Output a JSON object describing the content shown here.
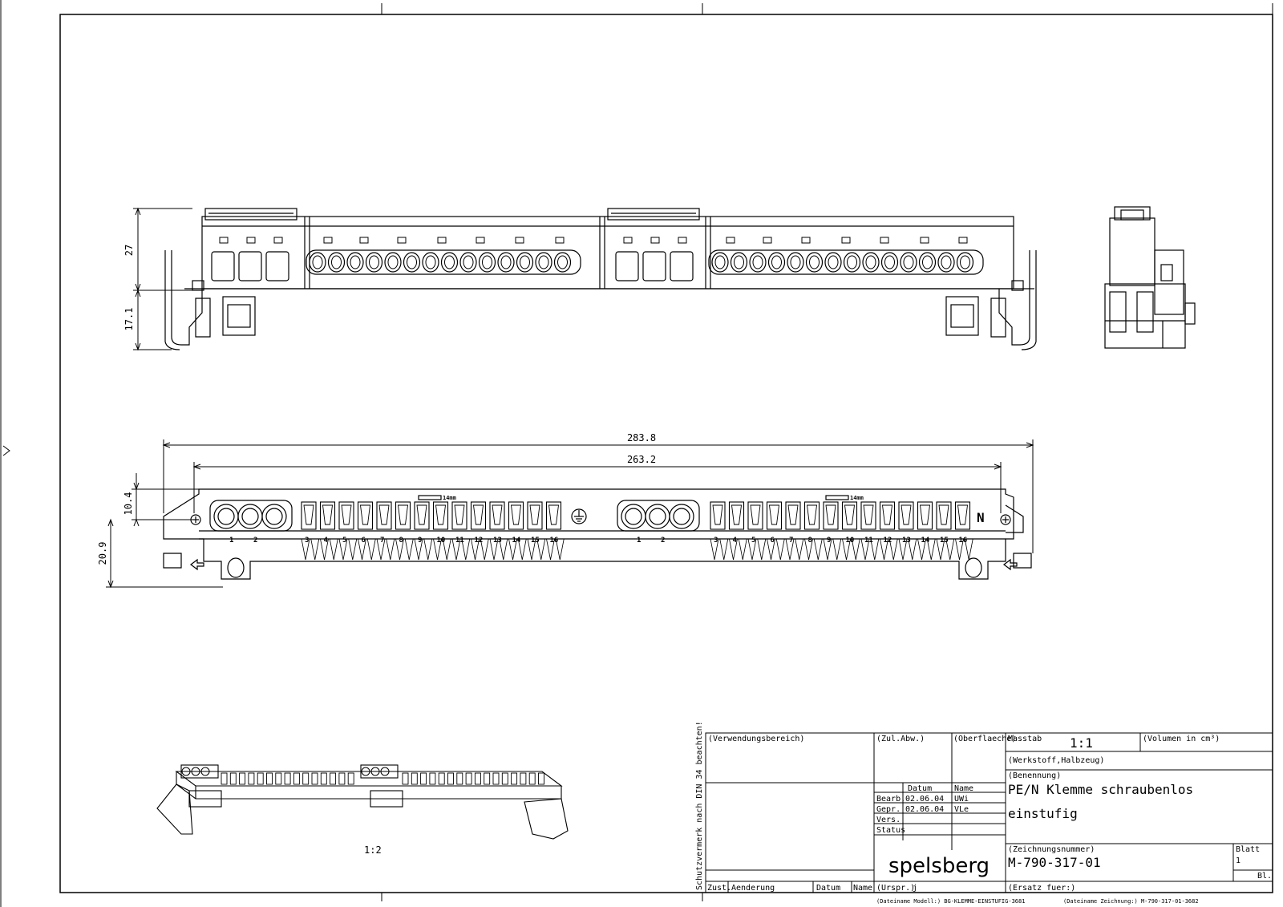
{
  "dimensions": {
    "front_height_top": "27",
    "front_height_bottom": "17.1",
    "plan_overall_length": "283.8",
    "plan_inner_length": "263.2",
    "plan_depth_top": "10.4",
    "plan_depth_bottom": "20.9",
    "tag_14mm": "14mm"
  },
  "terminals": {
    "numbers": [
      "3",
      "4",
      "5",
      "6",
      "7",
      "8",
      "9",
      "10",
      "11",
      "12",
      "13",
      "14",
      "15",
      "16"
    ],
    "big_numbers": [
      "1",
      "2"
    ],
    "neutral_letter": "N"
  },
  "iso_scale": "1:2",
  "title_block": {
    "side_note": "Schutzvermerk nach DIN 34 beachten!",
    "verwendungsbereich": "(Verwendungsbereich)",
    "zul_abw": "(Zul.Abw.)",
    "oberflaeche": "(Oberflaeche)",
    "masstab_label": "Masstab",
    "masstab_value": "1:1",
    "volumen_label": "(Volumen in cm³)",
    "werkstoff_label": "(Werkstoff,Halbzeug)",
    "datum_header": "Datum",
    "name_header": "Name",
    "rows": [
      {
        "label": "Bearb.",
        "datum": "02.06.04",
        "name": "UWi"
      },
      {
        "label": "Gepr.",
        "datum": "02.06.04",
        "name": "VLe"
      },
      {
        "label": "Vers.",
        "datum": "",
        "name": ""
      },
      {
        "label": "Status",
        "datum": "",
        "name": ""
      }
    ],
    "benennung_label": "(Benennung)",
    "title_line1": "PE/N Klemme schraubenlos",
    "title_line2": "einstufig",
    "zeichnungsnummer_label": "(Zeichnungsnummer)",
    "drawing_number": "M-790-317-01",
    "blatt_label": "Blatt",
    "blatt_value": "1",
    "bl_label": "Bl.",
    "company": "spelsberg",
    "zust": "Zust.",
    "aenderung": "Aenderung",
    "datum_bottom": "Datum",
    "name_bottom": "Name",
    "urspr": "(Urspr.)",
    "urspr_value": "j",
    "ersatz": "(Ersatz fuer:)",
    "file_model": "(Dateiname Modell:) BG-KLEMME-EINSTUFIG-3681",
    "file_drawing": "(Dateiname Zeichnung:) M-790-317-01-3682"
  }
}
